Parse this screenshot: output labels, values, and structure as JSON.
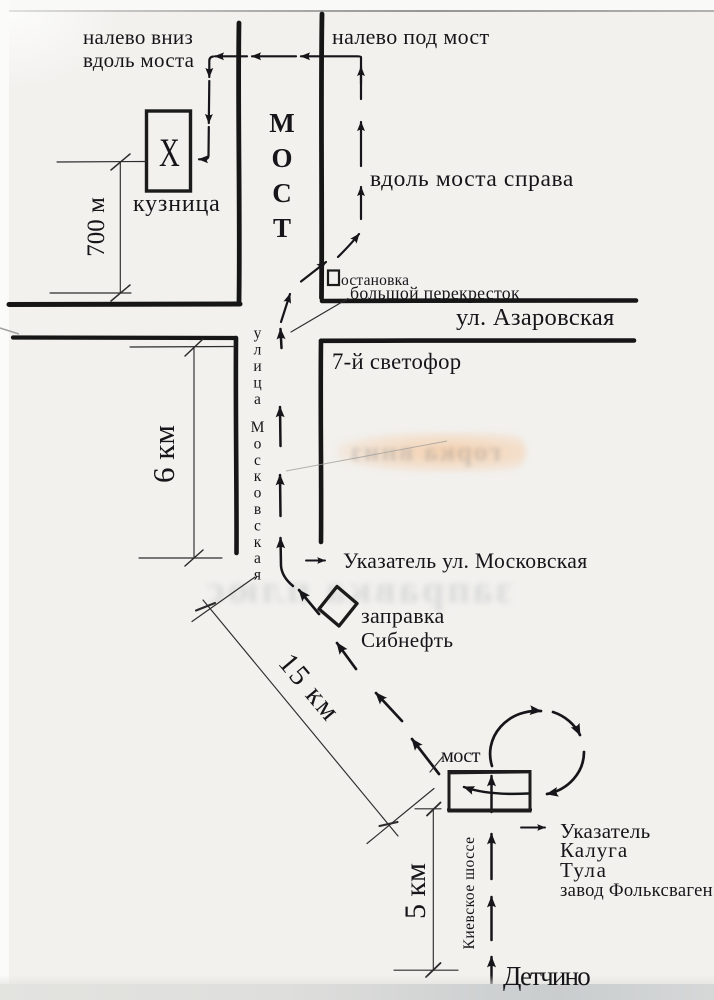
{
  "map": {
    "labels": {
      "turn_left_down_line1": "налево вниз",
      "turn_left_down_line2": "вдоль моста",
      "turn_left_under_bridge": "налево под мост",
      "bridge_big": "МОСТ",
      "along_bridge_right": "вдоль моста справа",
      "smithy": "кузница",
      "smithy_mark": "X",
      "distance_700m": "700 м",
      "bus_stop": "остановка",
      "big_intersection": "большой перекресток",
      "azarovskaya_street": "ул. Азаровская",
      "traffic_light": "7-й светофор",
      "street_word1": "улица",
      "street_word2": "Московская",
      "distance_6km": "6 км",
      "sign_moskovskaya": "Указатель ул. Московская",
      "gas_station_line1": "заправка",
      "gas_station_line2": "Сибнефть",
      "distance_15km": "15 км",
      "bridge_small": "мост",
      "sign_line1": "Указатель",
      "sign_line2": "Калуга",
      "sign_line3": "Тула",
      "sign_line4": "завод Фольксваген",
      "kievskoe_shosse": "Киевское шоссе",
      "distance_5km": "5 км",
      "detchino": "Детчино"
    },
    "watermarks": {
      "orange": "горка вниз",
      "gray": "заправка плюс"
    },
    "colors": {
      "paper": "#f2f1ee",
      "ink": "#16161a"
    }
  }
}
